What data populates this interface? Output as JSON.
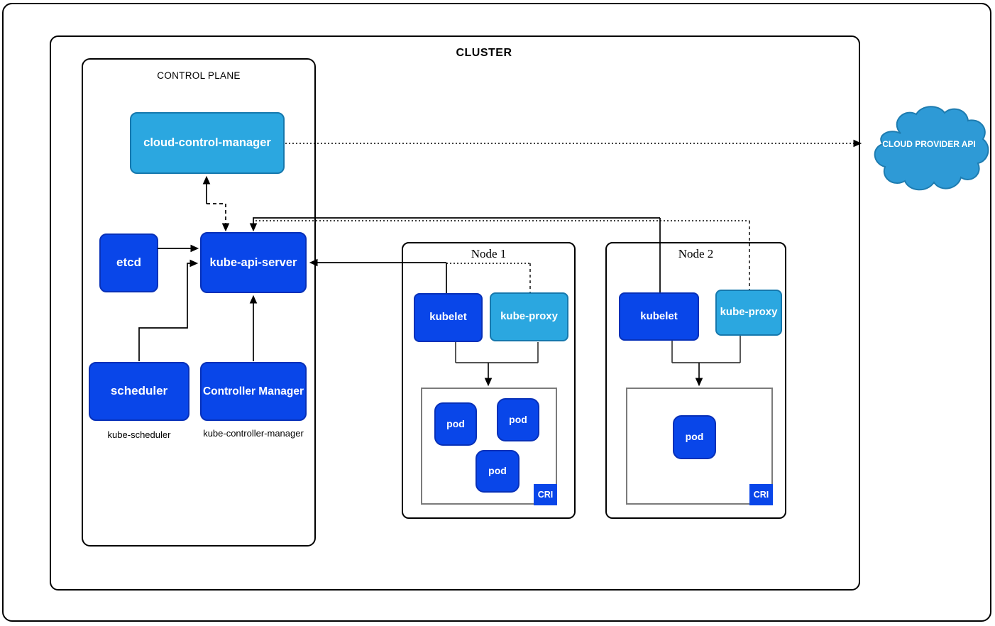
{
  "cluster": {
    "title": "CLUSTER"
  },
  "control_plane": {
    "title": "CONTROL PLANE",
    "cloud_control_manager": "cloud-control-manager",
    "etcd": "etcd",
    "kube_api_server": "kube-api-server",
    "scheduler": "scheduler",
    "scheduler_caption": "kube-scheduler",
    "controller_manager": "Controller Manager",
    "controller_manager_caption": "kube-controller-manager"
  },
  "nodes": [
    {
      "title": "Node 1",
      "kubelet": "kubelet",
      "kube_proxy": "kube-proxy",
      "pods": [
        "pod",
        "pod",
        "pod"
      ],
      "cri": "CRI"
    },
    {
      "title": "Node 2",
      "kubelet": "kubelet",
      "kube_proxy": "kube-proxy",
      "pods": [
        "pod"
      ],
      "cri": "CRI"
    }
  ],
  "external": {
    "cloud_provider_api": "CLOUD PROVIDER API"
  },
  "colors": {
    "dark_blue": "#0946E9",
    "dark_blue_border": "#0730B8",
    "light_blue": "#2BA7E0",
    "light_blue_border": "#1678AD",
    "cloud_blue": "#2E9AD6",
    "connector": "#000000",
    "pods_container_border": "#7B7B7B"
  }
}
